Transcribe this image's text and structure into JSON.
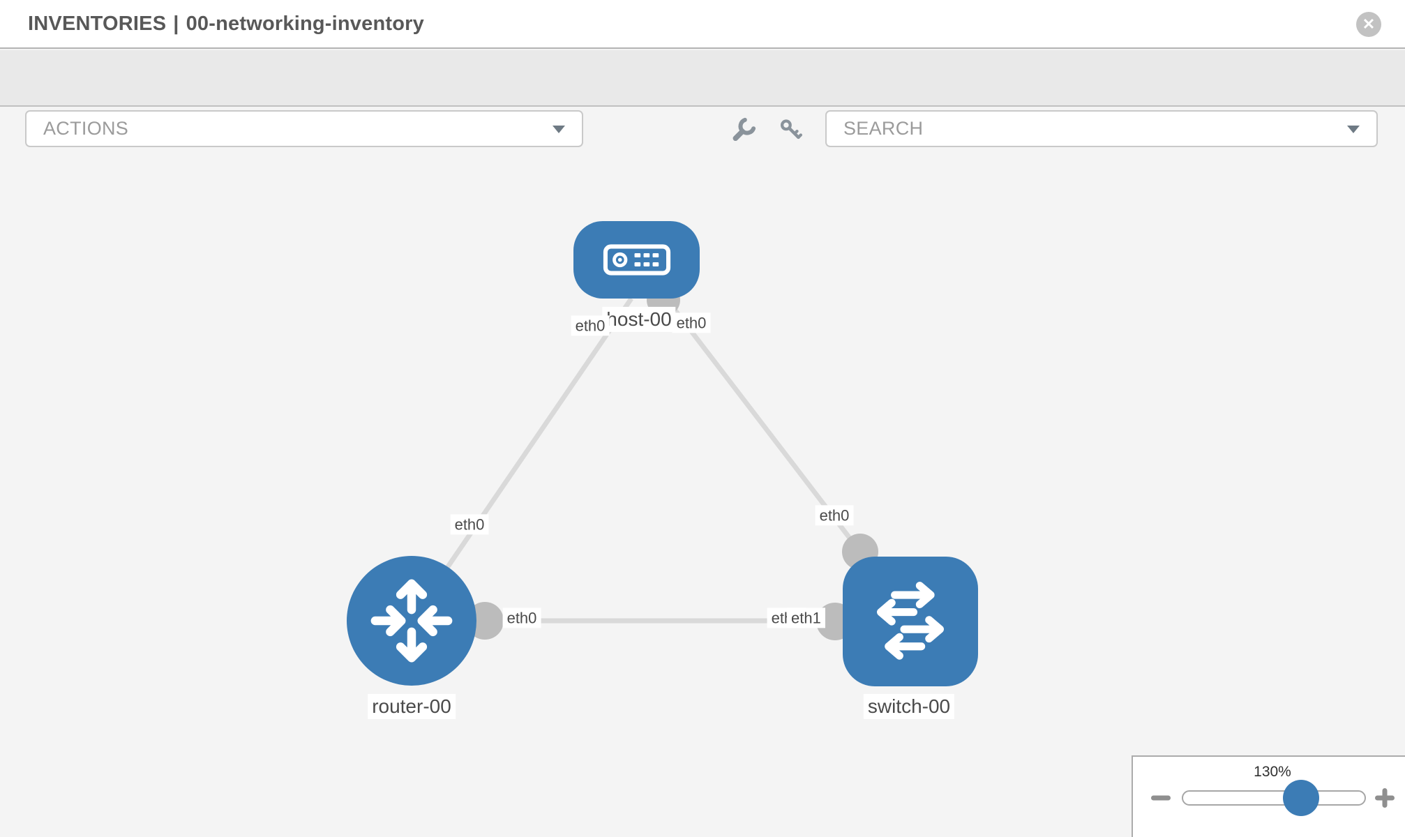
{
  "header": {
    "title_primary": "INVENTORIES",
    "separator": "|",
    "title_secondary": "00-networking-inventory",
    "close_icon": "close-x"
  },
  "toolbar": {
    "actions_label": "ACTIONS",
    "search_label": "SEARCH",
    "icons": [
      "wrench-icon",
      "key-icon"
    ]
  },
  "topology": {
    "nodes": [
      {
        "id": "host-00",
        "type": "host",
        "label": "host-00"
      },
      {
        "id": "router-00",
        "type": "router",
        "label": "router-00"
      },
      {
        "id": "switch-00",
        "type": "switch",
        "label": "switch-00"
      }
    ],
    "links": [
      {
        "from": "host-00",
        "to": "router-00"
      },
      {
        "from": "host-00",
        "to": "switch-00"
      },
      {
        "from": "router-00",
        "to": "switch-00"
      }
    ],
    "port_labels": {
      "host_left": "eth0",
      "host_right": "eth0",
      "router_diag": "eth0",
      "router_port": "eth0",
      "switch_diag": "eth0",
      "switch_overlap_back": "eth0",
      "switch_overlap_front": "eth1"
    }
  },
  "zoom_control": {
    "value": "130%",
    "minus_icon": "minus",
    "plus_icon": "plus"
  },
  "colors": {
    "node_blue": "#3c7cb5",
    "link_gray": "#d9d9d9",
    "connector_gray": "#bcbcbc",
    "toolbar_gray": "#e9e9e9",
    "canvas_gray": "#f4f4f4"
  }
}
